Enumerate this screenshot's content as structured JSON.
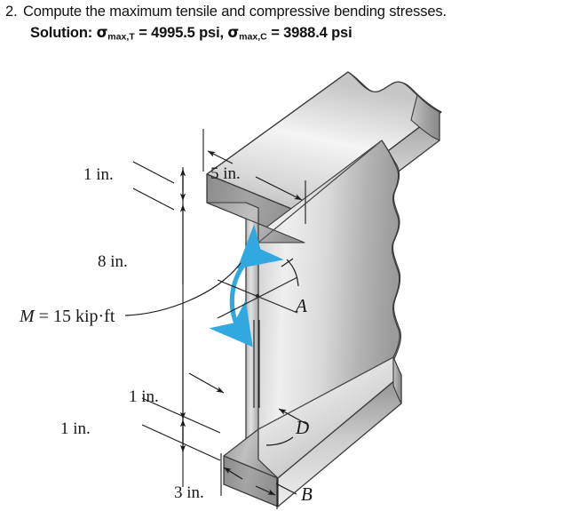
{
  "problem": {
    "number": "2.",
    "statement": "Compute the maximum tensile and compressive bending stresses.",
    "solution_label": "Solution:",
    "sigma_symbol": "σ",
    "sigma_t_sub": "max,T",
    "sigma_t_value": "= 4995.5 psi,",
    "sigma_c_sub": "max,C",
    "sigma_c_value": "= 3988.4 psi"
  },
  "figure": {
    "type": "isometric-I-beam-cross-section",
    "dimensions": {
      "top_flange_thickness": "1 in.",
      "top_flange_width": "5 in.",
      "web_height": "8 in.",
      "web_thickness": "1 in.",
      "bottom_flange_thickness": "1 in.",
      "bottom_flange_width": "3 in."
    },
    "moment": {
      "label_m": "M",
      "label_eq": "= 15 kip·ft",
      "full": "M = 15 kip·ft",
      "arrow_color": "#31a9e0"
    },
    "points": {
      "a": "A",
      "b": "B",
      "d": "D"
    },
    "colors": {
      "steel_light": "#f2f2f2",
      "steel_mid": "#c9c9c9",
      "steel_dark": "#8e8e8e",
      "outline": "#3a3a3a",
      "moment_blue": "#31a9e0"
    }
  }
}
